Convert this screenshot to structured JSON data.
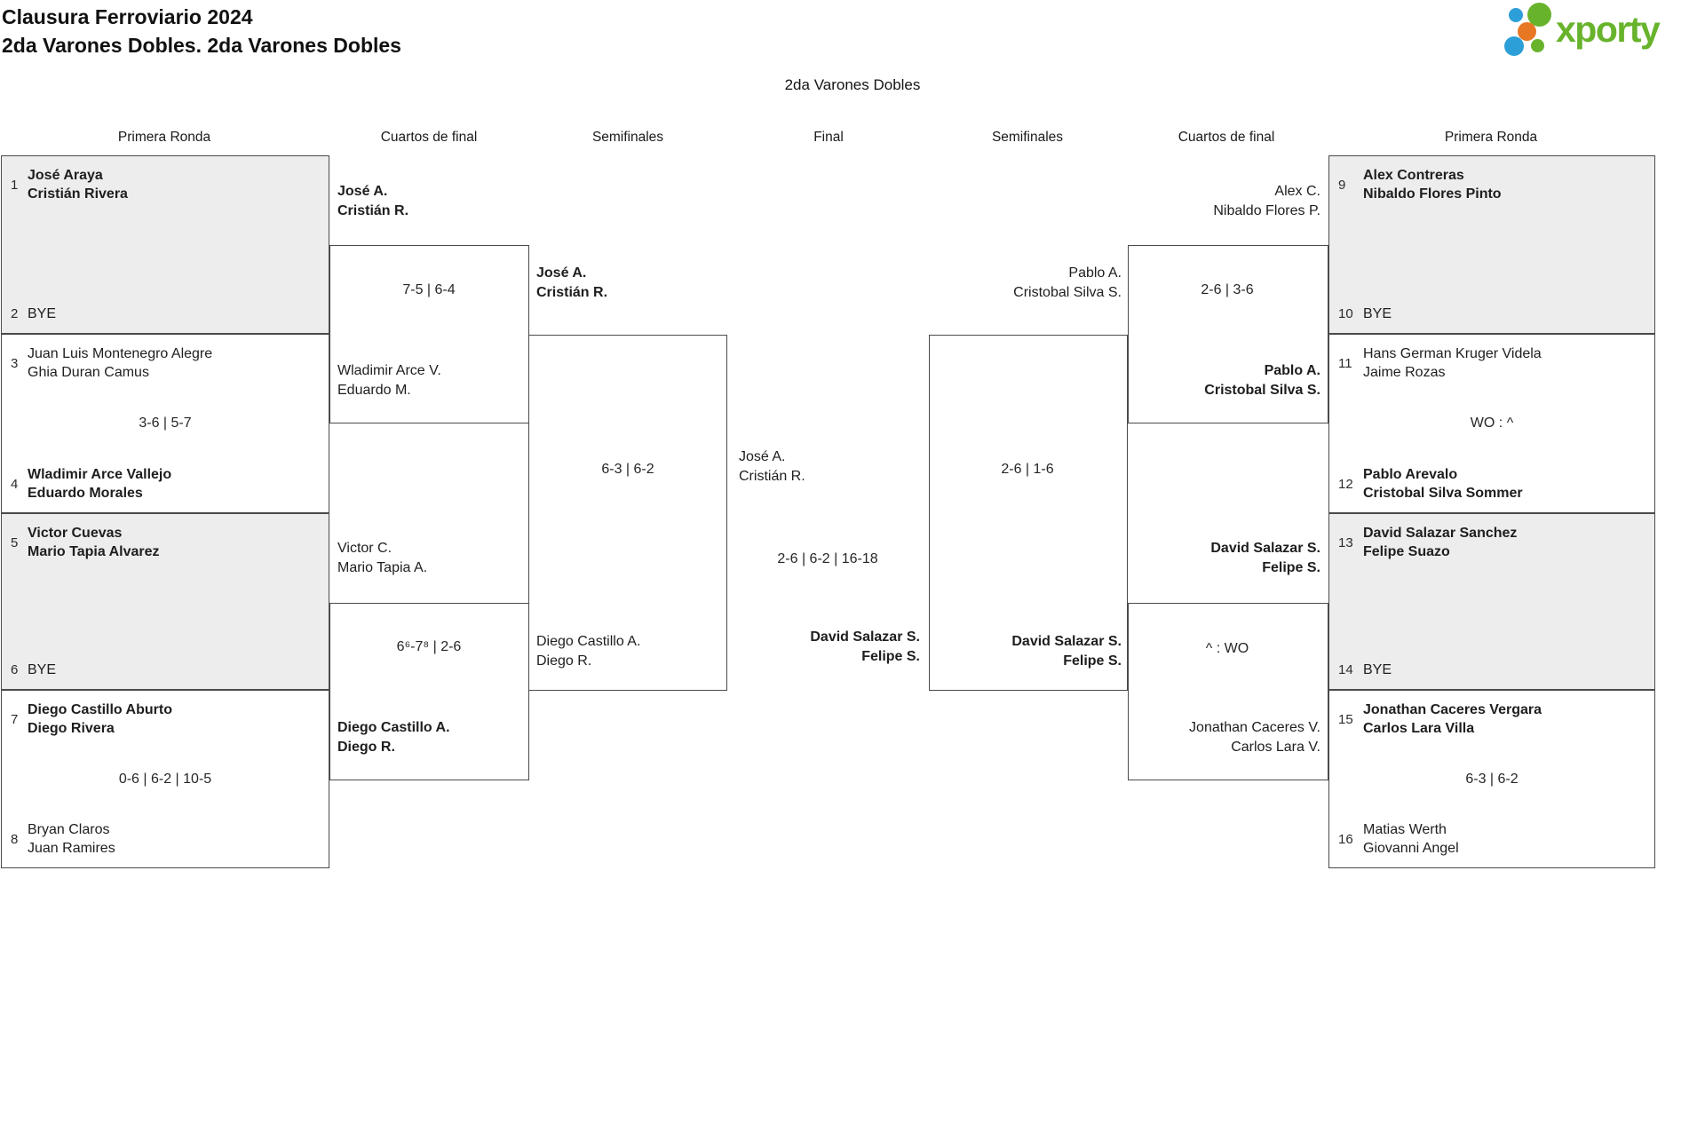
{
  "page": {
    "title_line1": "Clausura Ferroviario 2024",
    "title_line2": "2da Varones Dobles. 2da Varones Dobles",
    "event_title": "2da Varones Dobles",
    "logo_text": "xporty",
    "colors": {
      "logo_green": "#68b32c",
      "logo_blue": "#2d9fd8",
      "logo_orange": "#e87723",
      "shaded_box": "#ededed",
      "line": "#4a4a4a"
    }
  },
  "headers": [
    "Primera Ronda",
    "Cuartos de final",
    "Semifinales",
    "Final",
    "Semifinales",
    "Cuartos de final",
    "Primera Ronda"
  ],
  "bracket": {
    "first_round_left": [
      {
        "score": "",
        "top": {
          "seed": "1",
          "line1": "José Araya",
          "line2": "Cristián Rivera",
          "bold": true
        },
        "bottom": {
          "seed": "2",
          "line1": "BYE",
          "line2": "",
          "bold": false
        }
      },
      {
        "score": "3-6 | 5-7",
        "top": {
          "seed": "3",
          "line1": "Juan Luis Montenegro Alegre",
          "line2": "Ghia Duran Camus",
          "bold": false
        },
        "bottom": {
          "seed": "4",
          "line1": "Wladimir Arce Vallejo",
          "line2": "Eduardo Morales",
          "bold": true
        }
      },
      {
        "score": "",
        "top": {
          "seed": "5",
          "line1": "Victor Cuevas",
          "line2": "Mario Tapia Alvarez",
          "bold": true
        },
        "bottom": {
          "seed": "6",
          "line1": "BYE",
          "line2": "",
          "bold": false
        }
      },
      {
        "score": "0-6 | 6-2 | 10-5",
        "top": {
          "seed": "7",
          "line1": "Diego Castillo Aburto",
          "line2": "Diego Rivera",
          "bold": true
        },
        "bottom": {
          "seed": "8",
          "line1": "Bryan Claros",
          "line2": "Juan Ramires",
          "bold": false
        }
      }
    ],
    "first_round_right": [
      {
        "score": "",
        "top": {
          "seed": "9",
          "line1": "Alex Contreras",
          "line2": "Nibaldo Flores Pinto",
          "bold": true
        },
        "bottom": {
          "seed": "10",
          "line1": "BYE",
          "line2": "",
          "bold": false
        }
      },
      {
        "score": "WO : ^",
        "top": {
          "seed": "11",
          "line1": "Hans German Kruger Videla",
          "line2": "Jaime Rozas",
          "bold": false
        },
        "bottom": {
          "seed": "12",
          "line1": "Pablo Arevalo",
          "line2": "Cristobal Silva Sommer",
          "bold": true
        }
      },
      {
        "score": "",
        "top": {
          "seed": "13",
          "line1": "David Salazar Sanchez",
          "line2": "Felipe Suazo",
          "bold": true
        },
        "bottom": {
          "seed": "14",
          "line1": "BYE",
          "line2": "",
          "bold": false
        }
      },
      {
        "score": "6-3 | 6-2",
        "top": {
          "seed": "15",
          "line1": "Jonathan Caceres Vergara",
          "line2": "Carlos Lara Villa",
          "bold": true
        },
        "bottom": {
          "seed": "16",
          "line1": "Matias Werth",
          "line2": "Giovanni Angel",
          "bold": false
        }
      }
    ],
    "qf_left": [
      {
        "score": "7-5 | 6-4",
        "top": {
          "line1": "José A.",
          "line2": "Cristián R.",
          "bold": true
        },
        "bottom": {
          "line1": "Wladimir Arce V.",
          "line2": "Eduardo M.",
          "bold": false
        }
      },
      {
        "score": "6⁶-7⁸ | 2-6",
        "top": {
          "line1": "Victor C.",
          "line2": "Mario Tapia A.",
          "bold": false
        },
        "bottom": {
          "line1": "Diego Castillo A.",
          "line2": "Diego R.",
          "bold": true
        }
      }
    ],
    "qf_right": [
      {
        "score": "2-6 | 3-6",
        "top": {
          "line1": "Alex C.",
          "line2": "Nibaldo Flores P.",
          "bold": false
        },
        "bottom": {
          "line1": "Pablo A.",
          "line2": "Cristobal Silva S.",
          "bold": true
        }
      },
      {
        "score": "^ : WO",
        "top": {
          "line1": "David Salazar S.",
          "line2": "Felipe S.",
          "bold": true
        },
        "bottom": {
          "line1": "Jonathan Caceres V.",
          "line2": "Carlos Lara V.",
          "bold": false
        }
      }
    ],
    "sf_left": {
      "score": "6-3 | 6-2",
      "top": {
        "line1": "José A.",
        "line2": "Cristián R.",
        "bold": true
      },
      "bottom": {
        "line1": "Diego Castillo A.",
        "line2": "Diego R.",
        "bold": false
      }
    },
    "sf_right": {
      "score": "2-6 | 1-6",
      "top": {
        "line1": "Pablo A.",
        "line2": "Cristobal Silva S.",
        "bold": false
      },
      "bottom": {
        "line1": "David Salazar S.",
        "line2": "Felipe S.",
        "bold": true
      }
    },
    "final": {
      "score": "2-6 | 6-2 | 16-18",
      "top": {
        "line1": "José A.",
        "line2": "Cristián R.",
        "bold": false
      },
      "bottom": {
        "line1": "David Salazar S.",
        "line2": "Felipe S.",
        "bold": true
      }
    }
  }
}
